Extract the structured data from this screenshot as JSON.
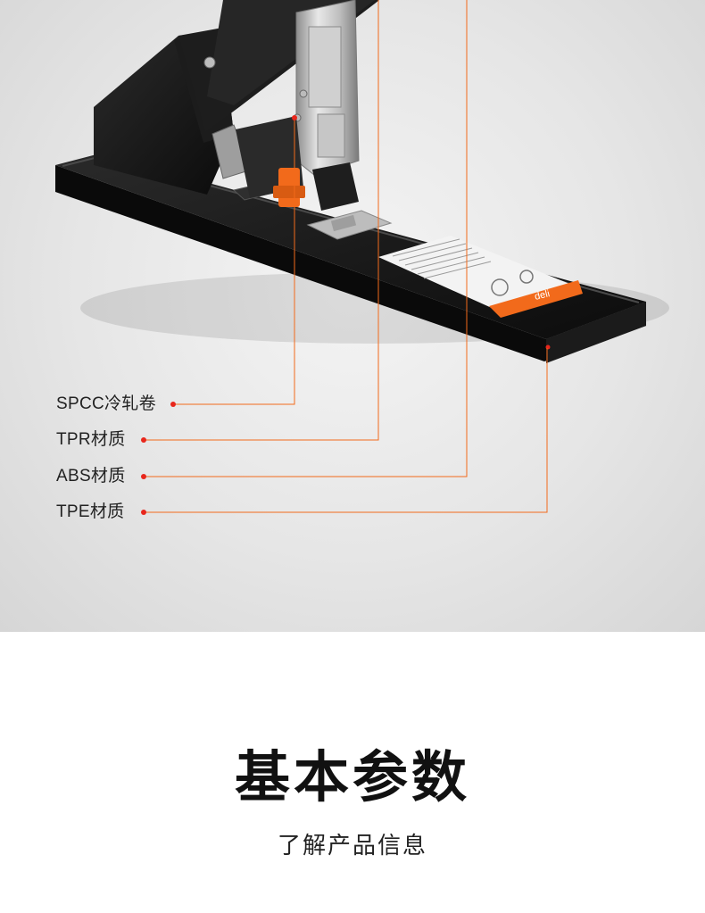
{
  "callouts": [
    {
      "label": "SPCC冷轧卷"
    },
    {
      "label": "TPR材质"
    },
    {
      "label": "ABS材质"
    },
    {
      "label": "TPE材质"
    }
  ],
  "brand_mark": "deli",
  "section": {
    "title": "基本参数",
    "subtitle": "了解产品信息"
  },
  "colors": {
    "accent_orange": "#f26a1b",
    "dot_red": "#e8261c",
    "stapler_body": "#141414"
  }
}
